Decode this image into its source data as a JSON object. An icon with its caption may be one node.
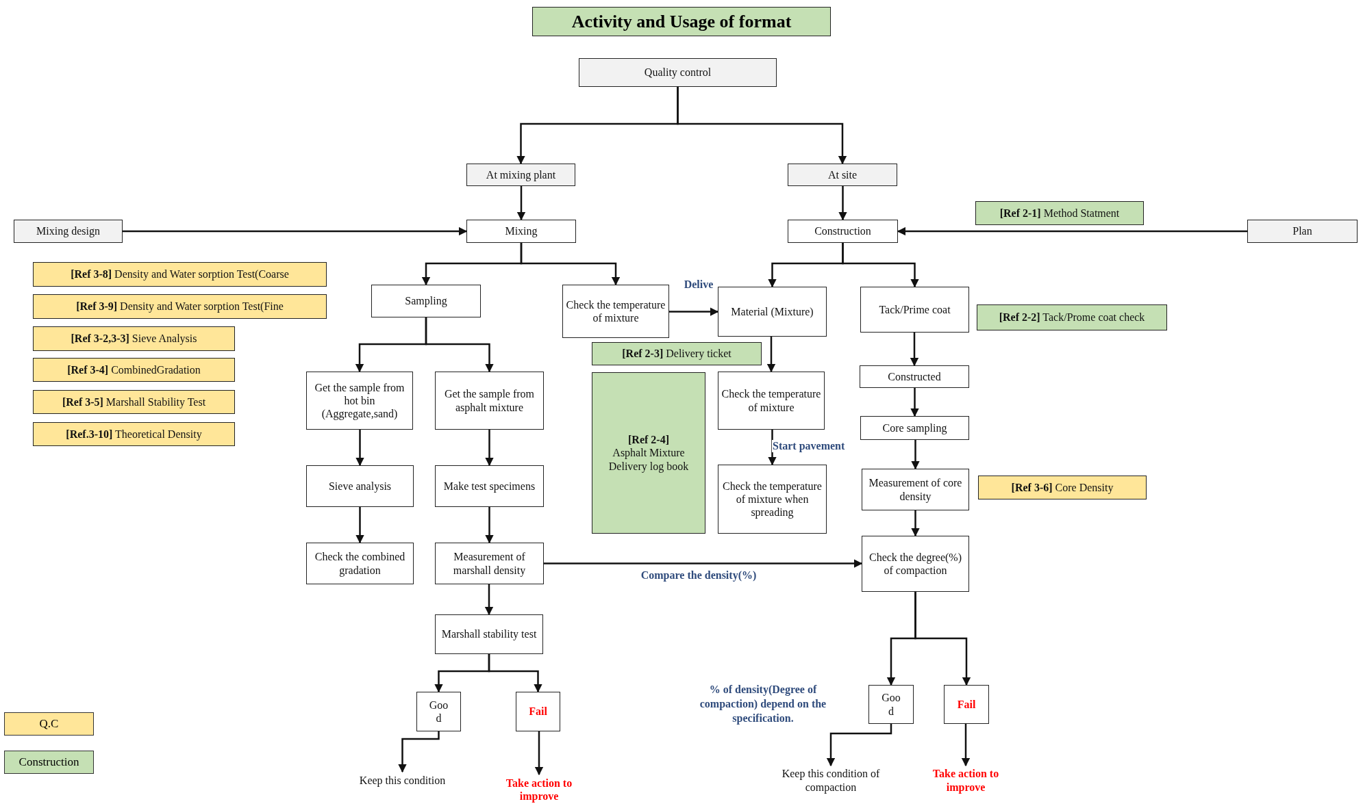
{
  "diagram": {
    "title": "Activity and Usage of format",
    "nodes": [
      {
        "text": [
          "Quality control"
        ]
      },
      {
        "text": [
          "At mixing plant"
        ]
      },
      {
        "text": [
          "At site"
        ]
      },
      {
        "text": [
          "Mixing design"
        ]
      },
      {
        "text": [
          "Mixing"
        ]
      },
      {
        "text": [
          "Construction"
        ]
      },
      {
        "text": [
          "**[Ref 2-1]** Method Statment"
        ]
      },
      {
        "text": [
          "Plan"
        ]
      },
      {
        "text": [
          "**[Ref 3-8]** Density and Water sorption Test(Coarse"
        ]
      },
      {
        "text": [
          "**[Ref 3-9]** Density and Water sorption Test(Fine"
        ]
      },
      {
        "text": [
          "**[Ref 3-2,3-3]** Sieve Analysis"
        ]
      },
      {
        "text": [
          "**[Ref 3-4]** CombinedGradation"
        ]
      },
      {
        "text": [
          "**[Ref 3-5]** Marshall Stability Test"
        ]
      },
      {
        "text": [
          "**[Ref.3-10]** Theoretical Density"
        ]
      },
      {
        "text": [
          "Sampling"
        ]
      },
      {
        "text": [
          "Check the temperature of mixture"
        ]
      },
      {
        "text": [
          "Material (Mixture)"
        ]
      },
      {
        "text": [
          "Tack/Prime coat"
        ]
      },
      {
        "text": [
          "**[Ref 2-2]** Tack/Prome coat check"
        ]
      },
      {
        "text": [
          "**[Ref 2-3]** Delivery ticket"
        ]
      },
      {
        "text": [
          "Get the sample from hot bin (Aggregate,sand)"
        ]
      },
      {
        "text": [
          "Get the sample from asphalt mixture"
        ]
      },
      {
        "text": [
          "[Ref 2-4]",
          "Asphalt Mixture Delivery log book"
        ]
      },
      {
        "text": [
          "Check the temperature of mixture"
        ]
      },
      {
        "text": [
          "Constructed"
        ]
      },
      {
        "text": [
          "Core sampling"
        ]
      },
      {
        "text": [
          "Sieve analysis"
        ]
      },
      {
        "text": [
          "Make test specimens"
        ]
      },
      {
        "text": [
          "Check the temperature of mixture when spreading"
        ]
      },
      {
        "text": [
          "Measurement of core density"
        ]
      },
      {
        "text": [
          "**[Ref 3-6]** Core Density"
        ]
      },
      {
        "text": [
          "Check the combined gradation"
        ]
      },
      {
        "text": [
          "Measurement of marshall density"
        ]
      },
      {
        "text": [
          "Check the degree(%) of compaction"
        ]
      },
      {
        "text": [
          "Marshall stability test"
        ]
      },
      {
        "text": [
          "Good"
        ]
      },
      {
        "text": [
          "Fail"
        ]
      },
      {
        "text": [
          "Keep this condition"
        ]
      },
      {
        "text": [
          "Take action to improve"
        ]
      },
      {
        "text": [
          "Good"
        ]
      },
      {
        "text": [
          "Fail"
        ]
      },
      {
        "text": [
          "Keep this condition of compaction"
        ]
      },
      {
        "text": [
          "Take action to improve"
        ]
      }
    ],
    "edges": [
      {
        "from": 0,
        "to": 1,
        "arrow": "to"
      },
      {
        "from": 0,
        "to": 2,
        "arrow": "to"
      },
      {
        "from": 1,
        "to": 4,
        "arrow": "to"
      },
      {
        "from": 2,
        "to": 5,
        "arrow": "to"
      },
      {
        "from": 3,
        "to": 4,
        "arrow": "to"
      },
      {
        "from": 7,
        "to": 5,
        "arrow": "to"
      },
      {
        "from": 4,
        "to": 14,
        "arrow": "to"
      },
      {
        "from": 4,
        "to": 15,
        "arrow": "to"
      },
      {
        "from": 5,
        "to": 16,
        "arrow": "to"
      },
      {
        "from": 5,
        "to": 17,
        "arrow": "to"
      },
      {
        "from": 15,
        "to": 16,
        "arrow": "to",
        "label": "Delive"
      },
      {
        "from": 14,
        "to": 20,
        "arrow": "to"
      },
      {
        "from": 14,
        "to": 21,
        "arrow": "to"
      },
      {
        "from": 16,
        "to": 23,
        "arrow": "to"
      },
      {
        "from": 17,
        "to": 24,
        "arrow": "to"
      },
      {
        "from": 20,
        "to": 26,
        "arrow": "to"
      },
      {
        "from": 21,
        "to": 27,
        "arrow": "to"
      },
      {
        "from": 23,
        "to": 28,
        "arrow": "to",
        "label": "Start pavement"
      },
      {
        "from": 24,
        "to": 25,
        "arrow": "to"
      },
      {
        "from": 26,
        "to": 31,
        "arrow": "to"
      },
      {
        "from": 27,
        "to": 32,
        "arrow": "to"
      },
      {
        "from": 25,
        "to": 29,
        "arrow": "to"
      },
      {
        "from": 32,
        "to": 34,
        "arrow": "to"
      },
      {
        "from": 32,
        "to": 33,
        "arrow": "to",
        "label": "Compare the density(%)"
      },
      {
        "from": 29,
        "to": 33,
        "arrow": "to"
      },
      {
        "from": 34,
        "to": 35,
        "arrow": "to"
      },
      {
        "from": 34,
        "to": 36,
        "arrow": "to"
      },
      {
        "from": 33,
        "to": 39,
        "arrow": "to"
      },
      {
        "from": 33,
        "to": 40,
        "arrow": "to"
      },
      {
        "from": 35,
        "to": 37,
        "arrow": "to"
      },
      {
        "from": 36,
        "to": 38,
        "arrow": "to"
      },
      {
        "from": 39,
        "to": 41,
        "arrow": "to"
      },
      {
        "from": 40,
        "to": 42,
        "arrow": "to"
      }
    ],
    "labels": [
      "% of density(Degree of compaction) depend on the specification."
    ],
    "legend": [
      {
        "text": "Q.C",
        "color": "#ffe699"
      },
      {
        "text": "Construction",
        "color": "#c5e0b4"
      }
    ]
  }
}
